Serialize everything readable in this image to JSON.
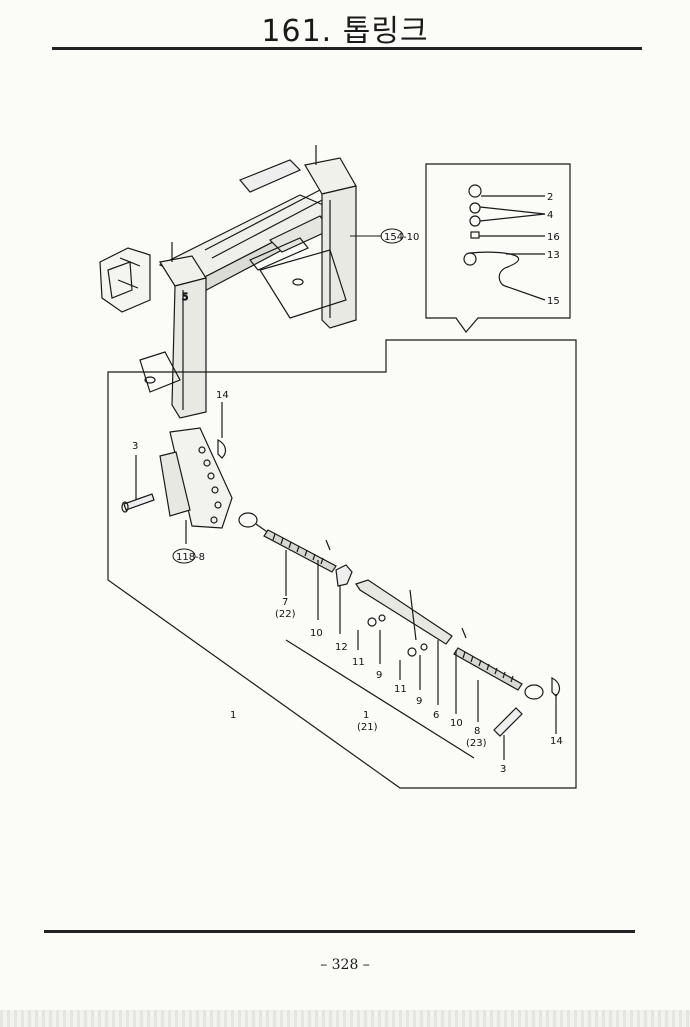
{
  "page": {
    "title": "161. 톱링크",
    "page_number": "– 328 –"
  },
  "callouts": {
    "c2": "2",
    "c4": "4",
    "c16": "16",
    "c13": "13",
    "c15": "15",
    "c154": "154",
    "c154_suffix": "-10",
    "c14a": "14",
    "c3a": "3",
    "c118": "118",
    "c118_suffix": "-8",
    "c7": "7",
    "c22": "(22)",
    "c10a": "10",
    "c12": "12",
    "c11a": "11",
    "c9a": "9",
    "c11b": "11",
    "c9b": "9",
    "c6": "6",
    "c10b": "10",
    "c8": "8",
    "c23": "(23)",
    "c3b": "3",
    "c14b": "14",
    "c1": "1",
    "c21": "(21)",
    "c1main": "1"
  }
}
